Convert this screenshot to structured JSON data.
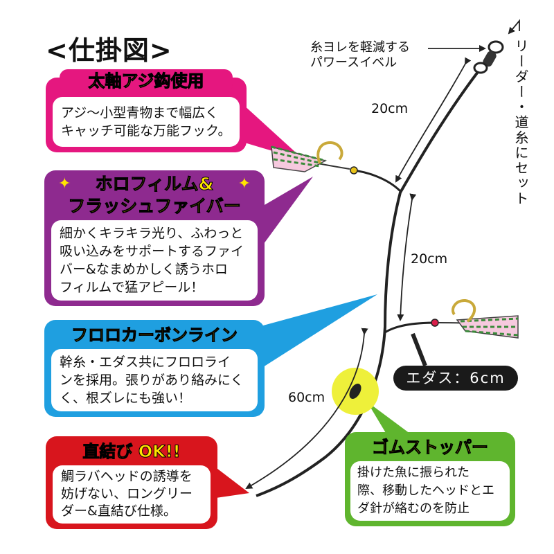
{
  "title": "<仕掛図>",
  "swivel_label": [
    "糸ヨレを軽減する",
    "パワースイベル"
  ],
  "leader_label": "リーダー・道糸にセット",
  "dimensions": {
    "upper": "20cm",
    "middle": "20cm",
    "lower": "60cm"
  },
  "edasu_label": "エダス：6cm",
  "panels": {
    "hook": {
      "header": "太軸アジ鈎使用",
      "lines": [
        "アジ～小型青物まで幅広く",
        "キャッチ可能な万能フック。"
      ]
    },
    "holo": {
      "header_lines": [
        "ホロフィルム&",
        "フラッシュファイバー"
      ],
      "lines": [
        "細かくキラキラ光り、ふわっと",
        "吸い込みをサポートするファイ",
        "バー&なまめかしく誘うホロ",
        "フィルムで猛アピール！"
      ]
    },
    "fluoro": {
      "header": "フロロカーボンライン",
      "lines": [
        "幹糸・エダス共にフロロライ",
        "ンを採用。張りがあり絡みにく",
        "く、根ズレにも強い！"
      ]
    },
    "direct": {
      "header": "直結び OK!!",
      "lines": [
        "鯛ラバヘッドの誘導を",
        "妨げない、ロングリー",
        "ダー&直結び仕様。"
      ]
    },
    "stopper": {
      "header": "ゴムストッパー",
      "lines": [
        "掛けた魚に振られた",
        "際、移動したヘッドとエ",
        "ダ針が絡むのを防止"
      ]
    }
  },
  "colors": {
    "pink": "#e5177f",
    "purple": "#8e2a8f",
    "blue": "#1f9fe0",
    "red": "#d8151d",
    "green": "#5fb52e",
    "yellow_text": "#ffe400",
    "stopper_highlight": "#eef03a",
    "line": "#222222"
  }
}
